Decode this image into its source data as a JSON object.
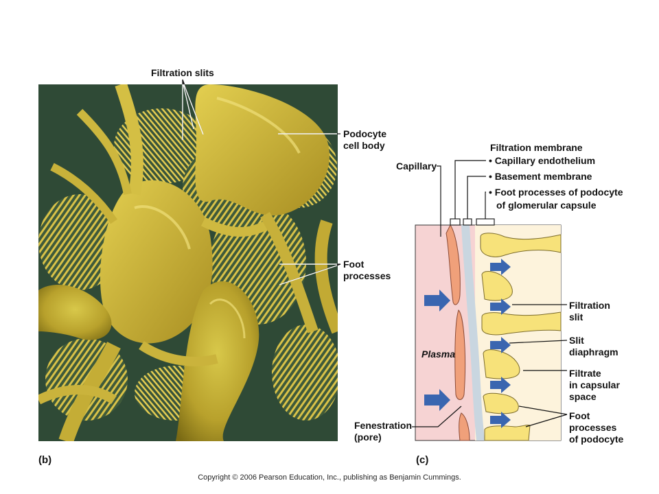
{
  "panel_b": {
    "tag": "(b)",
    "labels": {
      "filtration_slits": "Filtration slits",
      "podocyte_cell_body": [
        "Podocyte",
        "cell body"
      ],
      "foot_processes": [
        "Foot",
        "processes"
      ]
    }
  },
  "panel_c": {
    "tag": "(c)",
    "membrane_title": "Filtration membrane",
    "membrane_items": [
      "• Capillary endothelium",
      "• Basement membrane",
      "• Foot processes of podocyte",
      "of glomerular capsule"
    ],
    "capillary": "Capillary",
    "plasma": "Plasma",
    "fenestration": [
      "Fenestration",
      "(pore)"
    ],
    "filtration_slit": [
      "Filtration",
      "slit"
    ],
    "slit_diaphragm": [
      "Slit",
      "diaphragm"
    ],
    "filtrate": [
      "Filtrate",
      "in capsular",
      "space"
    ],
    "foot_processes_podocyte": [
      "Foot",
      "processes",
      "of podocyte"
    ]
  },
  "colors": {
    "plasma_bg": "#f6d3d3",
    "endothelium": "#f0a07a",
    "basement": "#c9d6e0",
    "capsular_space": "#fdf3dc",
    "foot_process": "#f7e27a",
    "arrow": "#3a66b0"
  },
  "copyright": "Copyright © 2006 Pearson Education, Inc., publishing as Benjamin Cummings."
}
